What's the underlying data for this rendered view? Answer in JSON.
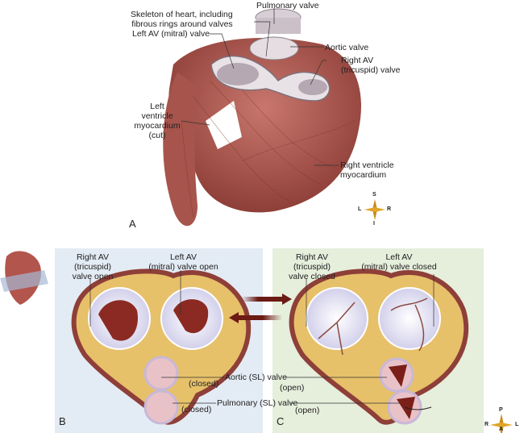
{
  "panel_a": {
    "letter": "A",
    "labels": {
      "pulmonary_valve": "Pulmonary valve",
      "skeleton_line1": "Skeleton of heart, including",
      "skeleton_line2": "fibrous rings around valves",
      "left_av": "Left AV (mitral) valve",
      "aortic_valve": "Aortic valve",
      "right_av_line1": "Right AV",
      "right_av_line2": "(tricuspid) valve",
      "lv_line1": "Left",
      "lv_line2": "ventricle",
      "lv_line3": "myocardium",
      "lv_line4": "(cut)",
      "rv_line1": "Right ventricle",
      "rv_line2": "myocardium"
    },
    "compass": {
      "top": "S",
      "bottom": "I",
      "left": "L",
      "right": "R"
    }
  },
  "panel_b": {
    "letter": "B",
    "labels": {
      "right_av_line1": "Right AV",
      "right_av_line2": "(tricuspid)",
      "right_av_line3": "valve open",
      "left_av_line1": "Left AV",
      "left_av_line2": "(mitral) valve open",
      "aortic_state": "(closed)",
      "pulmonary_state": "(closed)"
    }
  },
  "panel_c": {
    "letter": "C",
    "labels": {
      "right_av_line1": "Right AV",
      "right_av_line2": "(tricuspid)",
      "right_av_line3": "valve closed",
      "left_av_line1": "Left AV",
      "left_av_line2": "(mitral) valve closed",
      "aortic_state": "(open)",
      "pulmonary_state": "(open)"
    },
    "compass": {
      "top": "P",
      "bottom": "A",
      "left": "R",
      "right": "L"
    }
  },
  "shared_labels": {
    "aortic": "Aortic (SL) valve",
    "pulmonary": "Pulmonary (SL) valve"
  },
  "colors": {
    "panel_b_bg": "#e3ebf4",
    "panel_c_bg": "#e6eedc",
    "muscle": "#b4625a",
    "arrow": "#6b1a14"
  }
}
